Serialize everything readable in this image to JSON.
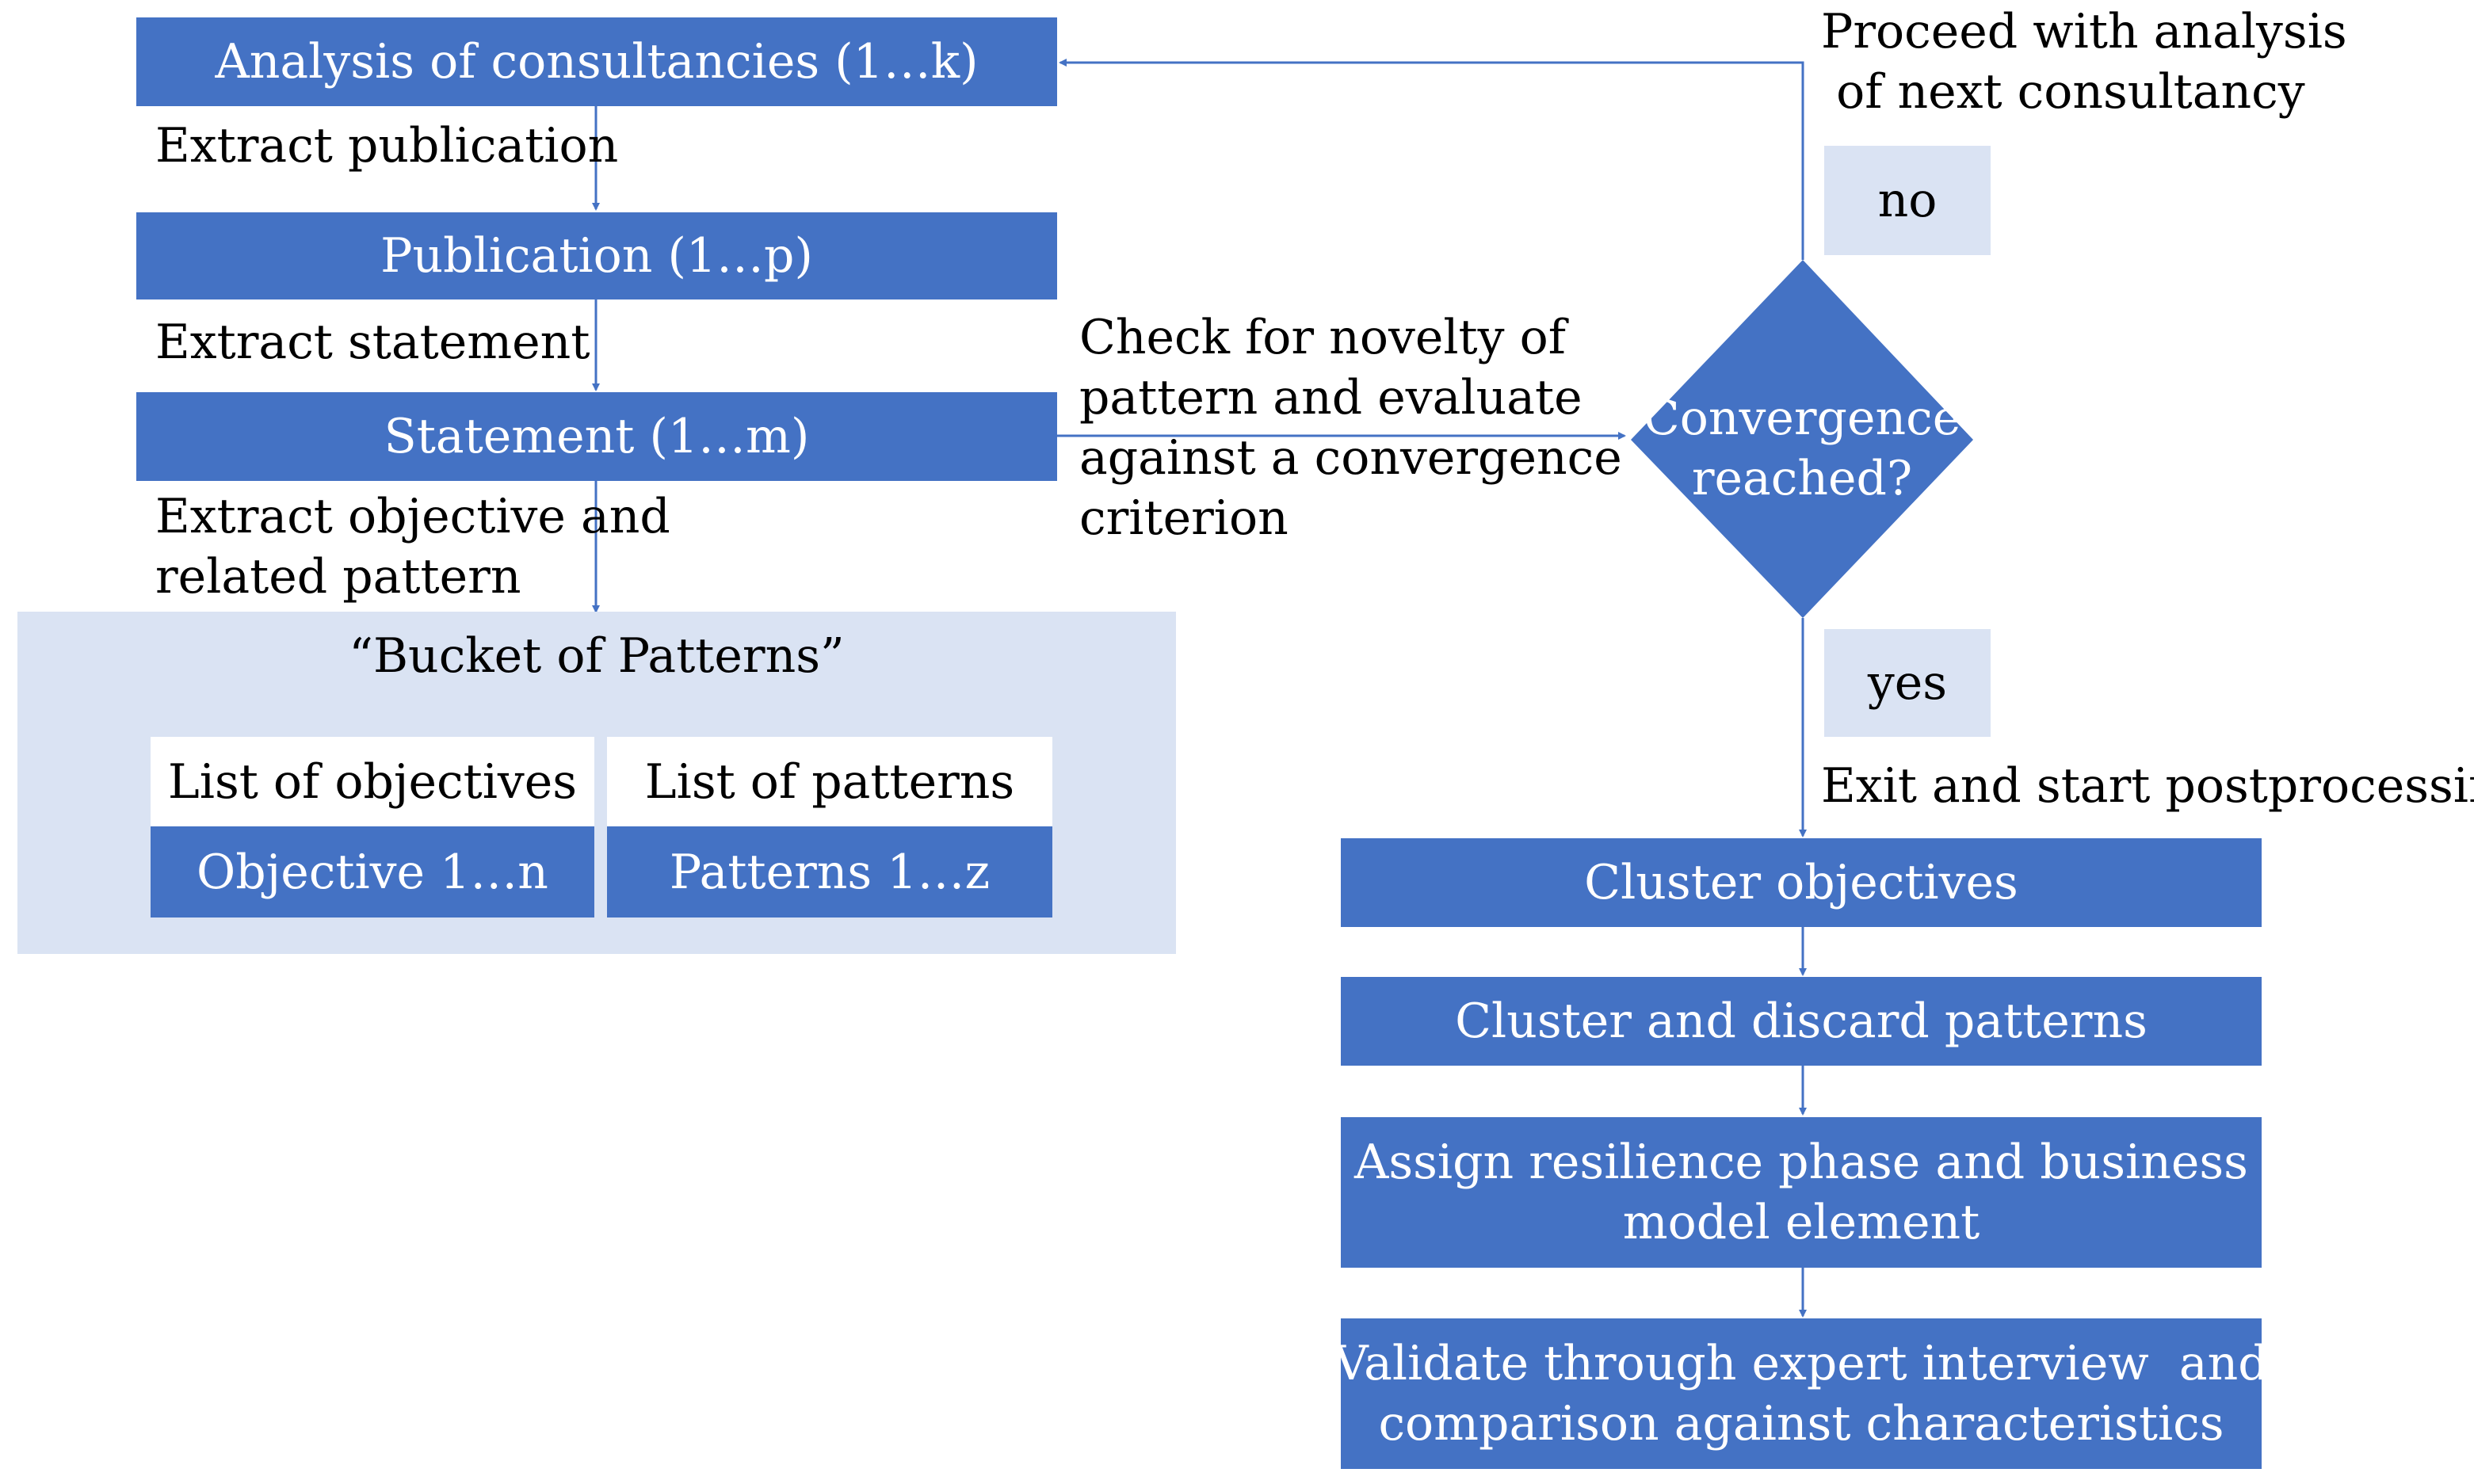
{
  "left_flow": {
    "analysis": "Analysis of consultancies (1…k)",
    "extract_publication": "Extract publication",
    "publication": "Publication (1…p)",
    "extract_statement": "Extract statement",
    "statement": "Statement (1…m)",
    "extract_objective": [
      "Extract objective and",
      "related pattern"
    ]
  },
  "bucket": {
    "title": "“Bucket of Patterns”",
    "objectives_header": "List of objectives",
    "patterns_header": "List of patterns",
    "objectives_item": "Objective 1…n",
    "patterns_item": "Patterns 1…z"
  },
  "check": {
    "text": [
      "Check for novelty of",
      "pattern and evaluate",
      "against a convergence",
      "criterion"
    ]
  },
  "decision": {
    "label": [
      "Convergence",
      "reached?"
    ],
    "no": "no",
    "yes": "yes",
    "proceed": [
      "Proceed with analysis",
      " of next consultancy"
    ],
    "exit": "Exit and start postprocessing"
  },
  "postprocessing": {
    "cluster_objectives": "Cluster objectives",
    "cluster_patterns": "Cluster and discard patterns",
    "assign": [
      "Assign resilience phase and business",
      "model element"
    ],
    "validate": [
      "Validate through expert interview  and",
      "comparison against characteristics"
    ]
  },
  "colors": {
    "box_blue": "#4472C4",
    "bucket_bg": "#DAE3F3",
    "connector": "#4472C4"
  }
}
